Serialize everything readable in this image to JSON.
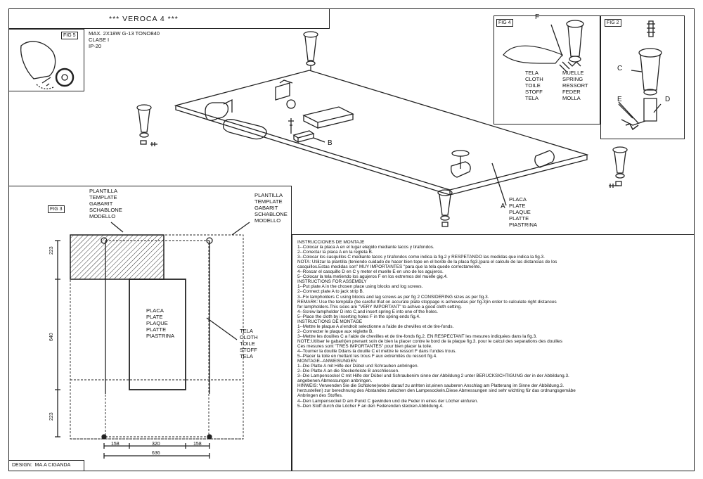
{
  "title": "*** VEROCA 4 ***",
  "specs": [
    "MAX. 2X18W G-13 TONO840",
    "CLASE I",
    "IP-20"
  ],
  "fig_labels": {
    "fig5": "FIG 5",
    "fig4": "FIG 4",
    "fig2": "FIG 2",
    "fig3": "FIG 3"
  },
  "letters": {
    "a": "A",
    "b": "B",
    "c": "C",
    "d": "D",
    "e": "E",
    "f": "F"
  },
  "fig4": {
    "tela": [
      "TELA",
      "CLOTH",
      "TOILE",
      "STOFF",
      "TELA"
    ],
    "muelle": [
      "MUELLE",
      "SPRING",
      "RESSORT",
      "FEDER",
      "MOLLA"
    ]
  },
  "placa_main": [
    "PLACA",
    "PLATE",
    "PLAQUE",
    "PLATTE",
    "PIASTRINA"
  ],
  "plantilla_left": [
    "PLANTILLA",
    "TEMPLATE",
    "GABARIT",
    "SCHABLONE",
    "MODELLO"
  ],
  "plantilla_right": [
    "PLANTILLA",
    "TEMPLATE",
    "GABARIT",
    "SCHABLONE",
    "MODELLO"
  ],
  "placa_fig3": [
    "PLACA",
    "PLATE",
    "PLAQUE",
    "PLATTE",
    "PIASTRINA"
  ],
  "tela_fig3": [
    "TELA",
    "CLOTH",
    "TOILE",
    "STOFF",
    "TELA"
  ],
  "dimensions": {
    "top": "223",
    "middle": "640",
    "bottom": "223",
    "w1": "158",
    "w2": "320",
    "w3": "158",
    "total": "636"
  },
  "design": "DESIGN:  MA.A CIGANDA",
  "instructions": [
    "INSTRUCCIONES DE MONTAJE",
    "1--Colocar la placa A en el lugar elegido mediante tacos y tirafondos.",
    "2--Conectar la placa A en la regleta B.",
    "3--Colocar los casquillos C mediante tacos y tirafondos como indica la fig.2 y RESPETANDO las medidas que indica la fig.3.",
    "NOTA: Utilizar la plantilla (teniendo cuidado de hacer bien tope en el borde de la placa fig3.)para el calculo de las distancias de los",
    "casquillos.Estas medidas son\" MUY IMPORTANTES \"para que la tela quede correctamente.",
    "4--Roscar el casquillo D en C y meter el muelle E en uno de los agujeros.",
    "5--Colocar la tela metiendo los agujeros F en los extremos del muelle gig.4.",
    "INSTRUCTIONS FOR ASSEMBLY",
    "1--Put plate A in the chosen place using blocks and log screws.",
    "2--Connect plate A to jack strip B.",
    "3--Fix lampholders C using blocks and lag screws as per fig 2 CONSIDERING sizes as per fig.3.",
    "REMARK: Use the template (be careful that on accurate plate stoppage is achievedas per fig.3)in order to calculate right distances",
    "for lampholders.This sices are \"VERY IMPORTANT\" to achive a good cloth setting.",
    "4--Screw lampholder D into C,and insert spring E into one of the holes.",
    "5--Place the cloth by inserting holes F in the spring ends fig.4.",
    "INSTRUCTIONS DE MONTAGE",
    "1--Mettre le plaque A a'endroit selectionne a l'aide de chevilles et de tire-fonds.",
    "2--Connecter le plaque aux réglette B.",
    "3--Mettre les douilles C a l'aide de chevilles et de tire-fonds fig.2. EN RESPECTANT les mesures indiquées dans la fig.3.",
    "NOTE:Utiliser le gabarit(en prenant soin de bien la placer contre le bord de la plaque fig.3. pour le calcul des separations des douilles",
    "Ces mesures sont \"TRES IMPORTANTES\" pour bien placer la toile.",
    "4--Tourner la douille Ddans la douille C et mettre le ressort F dans l'undes trous.",
    "5--Placer la toile en mettant les trous F aux extremités du ressort fig.4.",
    "MONTAGE--ANWEISUNGEN",
    "1--Die Platte A mit Hilfe der Dübel und Schrauben anbringen.",
    "2--Die Platte A an die Steckerleiste B anschliessen.",
    "3--Die Lampensockel C mit Hilfe der Dübel und Schraubenim sinne der Abbildung 2 unter BERÜCKSICHTIGUNG der in der Abbildung.3.",
    "angebenen Abmessungen anbringen.",
    "HINWEIS: Verwenden Sie die Schblone(wobei darauf zu anhten ist,einen sauberen Anschlag am Platterang im Sinne der Abbildung.3.",
    "herzustellen) zur berechnung des Abstandes zwischen den Lampesockeln.Diese Abmessungen sind sehr wichting für das ordnungsgemäbe",
    "Anbringen des Stoffes.",
    "4--Den Lampensockel D am Punkt C gewinden und die Feder in eines der Löcher einfuren.",
    "5--Den Stoff durch die Löcher F an den Federenden stecken Abbildung.4."
  ]
}
